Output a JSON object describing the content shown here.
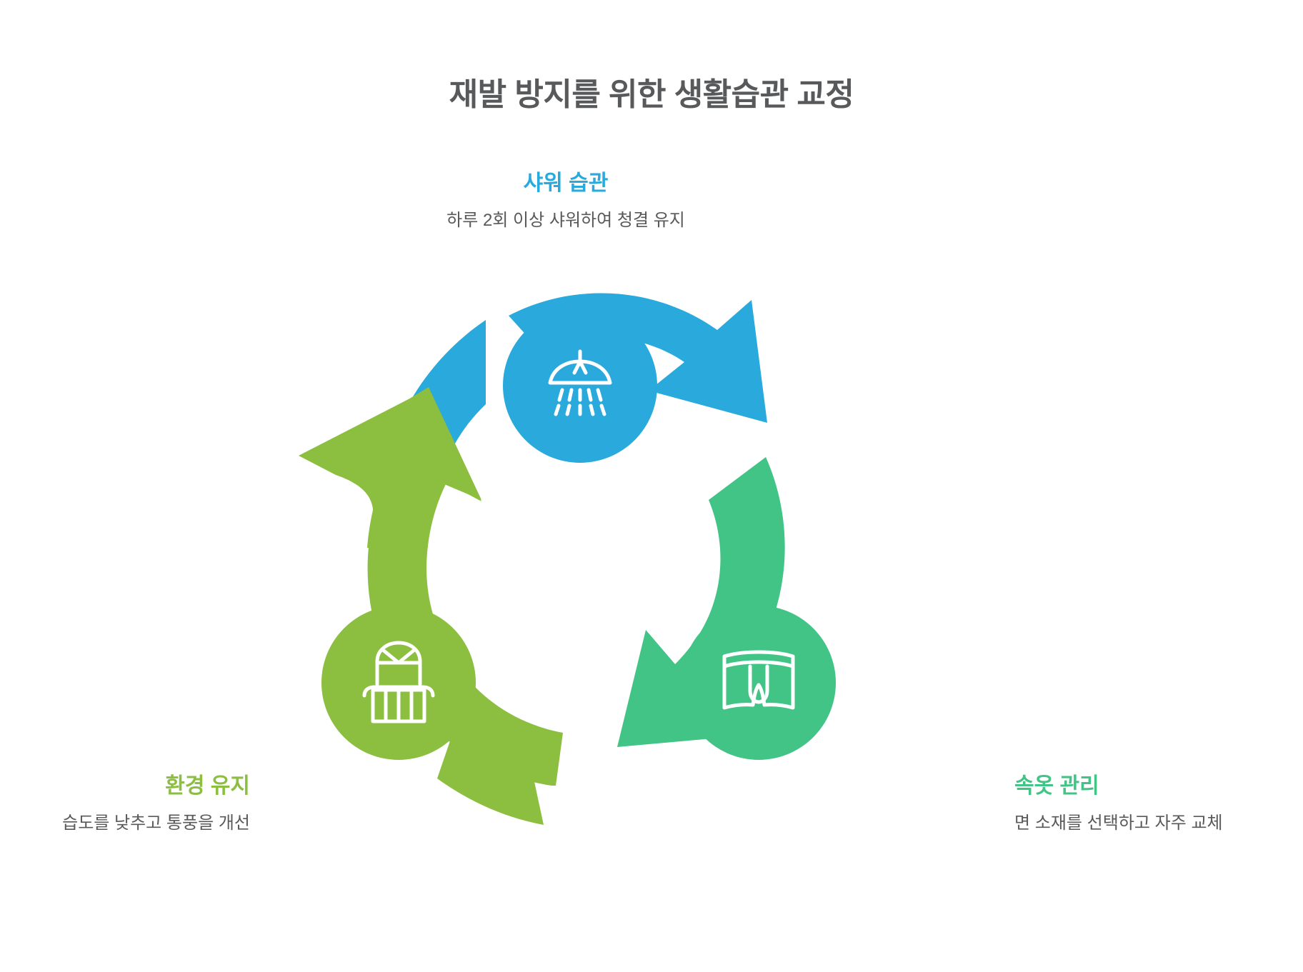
{
  "slide": {
    "title": "재발 방지를 위한 생활습관 교정",
    "background_color": "#ffffff",
    "title_color": "#58595b"
  },
  "diagram": {
    "type": "cycle",
    "direction": "clockwise",
    "stage_count": 3,
    "stages": [
      {
        "id": "shower",
        "position": "top",
        "heading": "샤워 습관",
        "description": "하루 2회 이상 샤워하여 청결 유지",
        "description_lines": [
          "하루 2회 이상 샤워하여 청결",
          "유지"
        ],
        "color": "#29a9dc",
        "icon": "shower-head-icon",
        "text_align": "center"
      },
      {
        "id": "underwear",
        "position": "bottom-right",
        "heading": "속옷 관리",
        "description": "면 소재를 선택하고 자주 교체",
        "description_lines": [
          "면 소재를 선택하고 자주 교",
          "체"
        ],
        "color": "#41c486",
        "icon": "boxer-briefs-icon",
        "text_align": "left"
      },
      {
        "id": "environment",
        "position": "bottom-left",
        "heading": "환경 유지",
        "description": "습도를 낮추고 통풍을 개선",
        "description_lines": [
          "습도를 낮추고 통풍을 개선"
        ],
        "color": "#8cbe3f",
        "icon": "balcony-window-icon",
        "text_align": "right"
      }
    ],
    "arrows": [
      {
        "id": "arrow-shower-to-underwear",
        "from": "shower",
        "to": "underwear",
        "color": "#29a9dc"
      },
      {
        "id": "arrow-underwear-to-environment",
        "from": "underwear",
        "to": "environment",
        "color": "#41c486"
      },
      {
        "id": "arrow-environment-to-shower",
        "from": "environment",
        "to": "shower",
        "color": "#8cbe3f"
      }
    ]
  }
}
